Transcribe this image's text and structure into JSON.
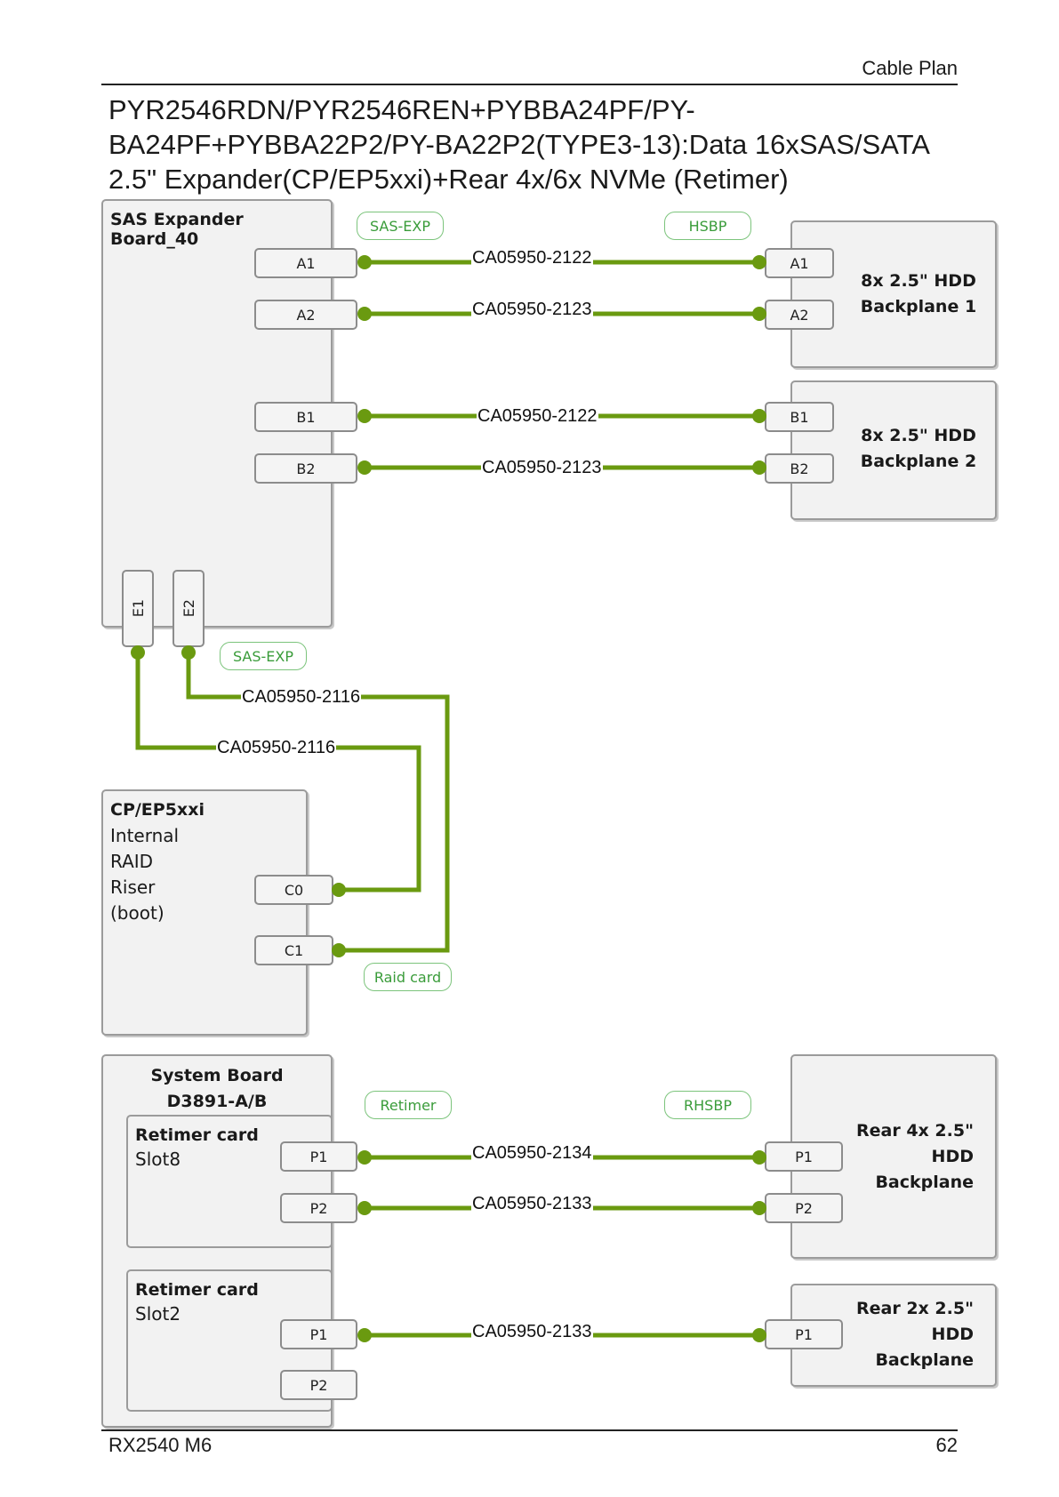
{
  "header": {
    "section": "Cable Plan"
  },
  "title": "PYR2546RDN/PYR2546REN+PYBBA24PF/PY-BA24PF+PYBBA22P2/PY-BA22P2(TYPE3-13):Data 16xSAS/SATA 2.5\" Expander(CP/EP5xxi)+Rear 4x/6x NVMe (Retimer)",
  "footer": {
    "model": "RX2540 M6",
    "page": "62"
  },
  "colors": {
    "cable": "#6a9a10",
    "tag_border": "#7cc47c",
    "tag_text": "#3a9c3a",
    "box_fill": "#f2f2f2"
  },
  "boards": {
    "sas_expander": {
      "title": "SAS Expander Board_40",
      "ports": [
        "A1",
        "A2",
        "B1",
        "B2",
        "E1",
        "E2"
      ]
    },
    "backplane1": {
      "title": "8x 2.5\" HDD\nBackplane 1",
      "ports": [
        "A1",
        "A2"
      ]
    },
    "backplane2": {
      "title": "8x 2.5\" HDD\nBackplane 2",
      "ports": [
        "B1",
        "B2"
      ]
    },
    "raid": {
      "title": "CP/EP5xxi",
      "text": "Internal\nRAID\nRiser\n(boot)",
      "ports": [
        "C0",
        "C1"
      ]
    },
    "system_board": {
      "title": "System Board\nD3891-A/B"
    },
    "retimer_slot8": {
      "title": "Retimer card",
      "text": "Slot8",
      "ports": [
        "P1",
        "P2"
      ]
    },
    "retimer_slot2": {
      "title": "Retimer card",
      "text": "Slot2",
      "ports": [
        "P1",
        "P2"
      ]
    },
    "rear4x": {
      "title": "Rear 4x 2.5\"\nHDD\nBackplane",
      "ports": [
        "P1",
        "P2"
      ]
    },
    "rear2x": {
      "title": "Rear 2x 2.5\"\nHDD\nBackplane",
      "ports": [
        "P1"
      ]
    }
  },
  "tags": {
    "sas_exp_top": "SAS-EXP",
    "hsbp": "HSBP",
    "sas_exp_mid": "SAS-EXP",
    "raid_card": "Raid card",
    "retimer": "Retimer",
    "rhsbp": "RHSBP"
  },
  "cables": [
    {
      "from": "SAS Expander A1",
      "to": "Backplane 1 A1",
      "part": "CA05950-2122"
    },
    {
      "from": "SAS Expander A2",
      "to": "Backplane 1 A2",
      "part": "CA05950-2123"
    },
    {
      "from": "SAS Expander B1",
      "to": "Backplane 2 B1",
      "part": "CA05950-2122"
    },
    {
      "from": "SAS Expander B2",
      "to": "Backplane 2 B2",
      "part": "CA05950-2123"
    },
    {
      "from": "SAS Expander E2",
      "to": "RAID C1",
      "part": "CA05950-2116"
    },
    {
      "from": "SAS Expander E1",
      "to": "RAID C0",
      "part": "CA05950-2116"
    },
    {
      "from": "Retimer Slot8 P1",
      "to": "Rear 4x P1",
      "part": "CA05950-2134"
    },
    {
      "from": "Retimer Slot8 P2",
      "to": "Rear 4x P2",
      "part": "CA05950-2133"
    },
    {
      "from": "Retimer Slot2 P1",
      "to": "Rear 2x P1",
      "part": "CA05950-2133"
    }
  ]
}
